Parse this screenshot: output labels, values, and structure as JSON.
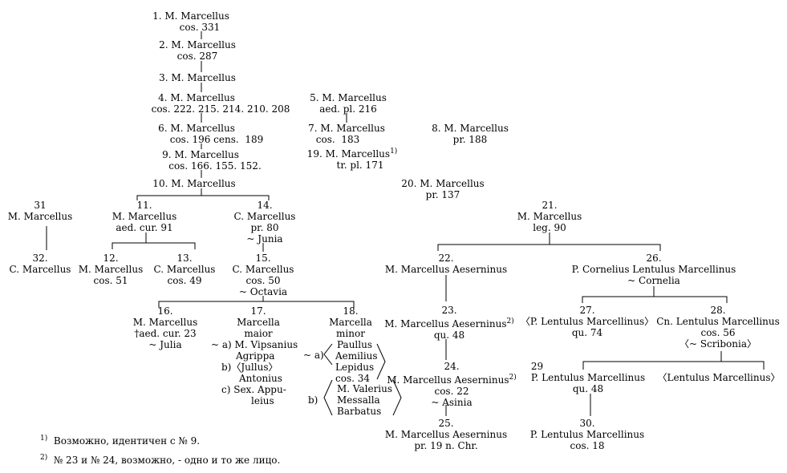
{
  "nodes": {
    "n1": {
      "title": "1. M. Marcellus",
      "sub": "cos. 331"
    },
    "n2": {
      "title": "2. M. Marcellus",
      "sub": "cos. 287"
    },
    "n3": {
      "title": "3. M. Marcellus"
    },
    "n4": {
      "title": "4. M. Marcellus",
      "sub": "cos. 222. 215. 214. 210. 208"
    },
    "n5": {
      "title": "5. M. Marcellus",
      "sub": "aed. pl. 216"
    },
    "n6": {
      "title": "6. M. Marcellus",
      "sub": "cos. 196 cens.  189"
    },
    "n7": {
      "title": "7. M. Marcellus",
      "sub": "cos.  183"
    },
    "n8": {
      "title": "8. M. Marcellus",
      "sub": "pr. 188"
    },
    "n9": {
      "title": "9. M. Marcellus",
      "sub": "cos. 166. 155. 152."
    },
    "n19": {
      "title": "19. M. Marcellus",
      "note": "1)",
      "sub": "tr. pl. 171"
    },
    "n10": {
      "title": "10. M. Marcellus"
    },
    "n20": {
      "title": "20. M. Marcellus",
      "sub": "pr. 137"
    },
    "n31": {
      "num": "31",
      "title": "M. Marcellus"
    },
    "n11": {
      "num": "11.",
      "title": "M. Marcellus",
      "sub": "aed. cur. 91"
    },
    "n14": {
      "num": "14.",
      "title": "C. Marcellus",
      "sub": "pr. 80",
      "spouse": "~ Junia"
    },
    "n21": {
      "num": "21.",
      "title": "M. Marcellus",
      "sub": "leg. 90"
    },
    "n32": {
      "num": "32.",
      "title": "C. Marcellus"
    },
    "n12": {
      "num": "12.",
      "title": "M. Marcellus",
      "sub": "cos. 51"
    },
    "n13": {
      "num": "13.",
      "title": "C. Marcellus",
      "sub": "cos. 49"
    },
    "n15": {
      "num": "15.",
      "title": "C. Marcellus",
      "sub": "cos. 50",
      "spouse": "~ Octavia"
    },
    "n22": {
      "num": "22.",
      "title": "M. Marcellus Aeserninus"
    },
    "n26": {
      "num": "26.",
      "title": "P. Cornelius Lentulus Marcellinus",
      "spouse": "~ Cornelia"
    },
    "n16": {
      "num": "16.",
      "title": "M. Marcellus",
      "sub": "†aed. cur. 23",
      "spouse": "~ Julia"
    },
    "n17": {
      "num": "17.",
      "title": "Marcella",
      "sub": "maior",
      "a_mark": "~ a)",
      "a1": "M. Vipsanius",
      "a2": "Agrippa",
      "b_mark": "b)",
      "b1": "〈Jullus〉",
      "b2": "Antonius",
      "c_mark": "c)",
      "c1": "Sex. Appu-",
      "c2": "leius"
    },
    "n18": {
      "num": "18.",
      "title": "Marcella",
      "sub": "minor",
      "a_mark": "~ a)",
      "a1": "Paullus",
      "a2": "Aemilius",
      "a3": "Lepidus",
      "a4": "cos. 34",
      "b_mark": "b)",
      "b1": "M. Valerius",
      "b2": "Messalla",
      "b3": "Barbatus"
    },
    "n23": {
      "num": "23.",
      "title": "M. Marcellus Aeserninus",
      "note": "2)",
      "sub": "qu. 48"
    },
    "n27": {
      "num": "27.",
      "title": "〈P. Lentulus Marcellinus〉",
      "sub": "qu. 74"
    },
    "n28": {
      "num": "28.",
      "title": "Cn. Lentulus Marcellinus",
      "sub": "cos. 56",
      "spouse": "〈~ Scribonia〉"
    },
    "n24": {
      "num": "24.",
      "title": "M. Marcellus Aeserninus",
      "note": "2)",
      "sub": "cos. 22",
      "spouse": "~ Asinia"
    },
    "n29": {
      "num": "29",
      "title": "P. Lentulus Marcellinus",
      "sub": "qu. 48"
    },
    "n29b": {
      "title": "〈Lentulus Marcellinus〉"
    },
    "n25": {
      "num": "25.",
      "title": "M. Marcellus Aeserninus",
      "sub": "pr. 19 n. Chr."
    },
    "n30": {
      "num": "30.",
      "title": "P. Lentulus Marcellinus",
      "sub": "cos. 18"
    }
  },
  "footnotes": [
    {
      "mark": "1)",
      "text": "Возможно, идентичен с № 9."
    },
    {
      "mark": "2)",
      "text": "№ 23 и № 24, возможно, - одно и то же лицо."
    }
  ]
}
